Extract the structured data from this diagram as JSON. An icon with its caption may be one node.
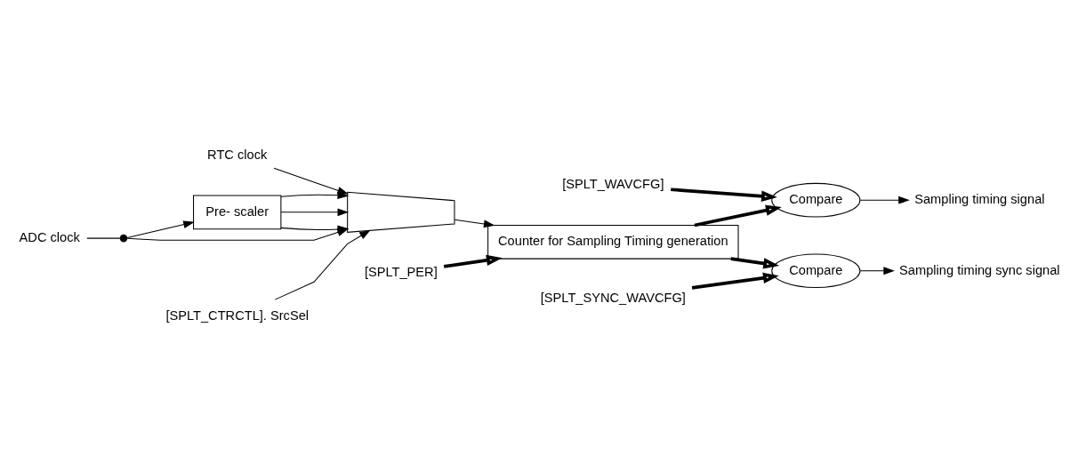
{
  "diagram": {
    "nodes": [
      {
        "text": [
          "RTC clock"
        ]
      },
      {
        "text": [
          "ADC clock"
        ]
      },
      {
        "text": [],
        "shape": "dot"
      },
      {
        "text": [
          "Pre- scaler"
        ]
      },
      {
        "text": [],
        "shape": "trapezoid"
      },
      {
        "text": [
          "[SPLT_CTRCTL]. SrcSel"
        ]
      },
      {
        "text": [
          "[SPLT_PER]"
        ]
      },
      {
        "text": [
          "Counter for Sampling Timing generation"
        ]
      },
      {
        "text": [
          "Compare"
        ]
      },
      {
        "text": [
          "Sampling timing signal"
        ]
      },
      {
        "text": [
          "Compare"
        ]
      },
      {
        "text": [
          "Sampling timing sync signal"
        ]
      },
      {
        "text": [
          "[SPLT_WAVCFG]"
        ]
      },
      {
        "text": [
          "[SPLT_SYNC_WAVCFG]"
        ]
      }
    ],
    "edges": [
      {
        "from": 0,
        "to": 4,
        "arrow": "to"
      },
      {
        "from": 1,
        "to": 2,
        "arrow": "none"
      },
      {
        "from": 2,
        "to": 3,
        "arrow": "to"
      },
      {
        "from": 2,
        "to": 4,
        "arrow": "to"
      },
      {
        "from": 3,
        "to": 4,
        "arrow": "to"
      },
      {
        "from": 3,
        "to": 4,
        "arrow": "to"
      },
      {
        "from": 3,
        "to": 4,
        "arrow": "to"
      },
      {
        "from": 5,
        "to": 4,
        "arrow": "to"
      },
      {
        "from": 4,
        "to": 7,
        "arrow": "to"
      },
      {
        "from": 6,
        "to": 7,
        "arrow": "to",
        "style": "thick"
      },
      {
        "from": 7,
        "to": 8,
        "arrow": "to",
        "style": "thick"
      },
      {
        "from": 7,
        "to": 10,
        "arrow": "to",
        "style": "thick"
      },
      {
        "from": 12,
        "to": 8,
        "arrow": "to",
        "style": "thick"
      },
      {
        "from": 13,
        "to": 10,
        "arrow": "to",
        "style": "thick"
      },
      {
        "from": 8,
        "to": 9,
        "arrow": "to"
      },
      {
        "from": 10,
        "to": 11,
        "arrow": "to"
      }
    ]
  }
}
